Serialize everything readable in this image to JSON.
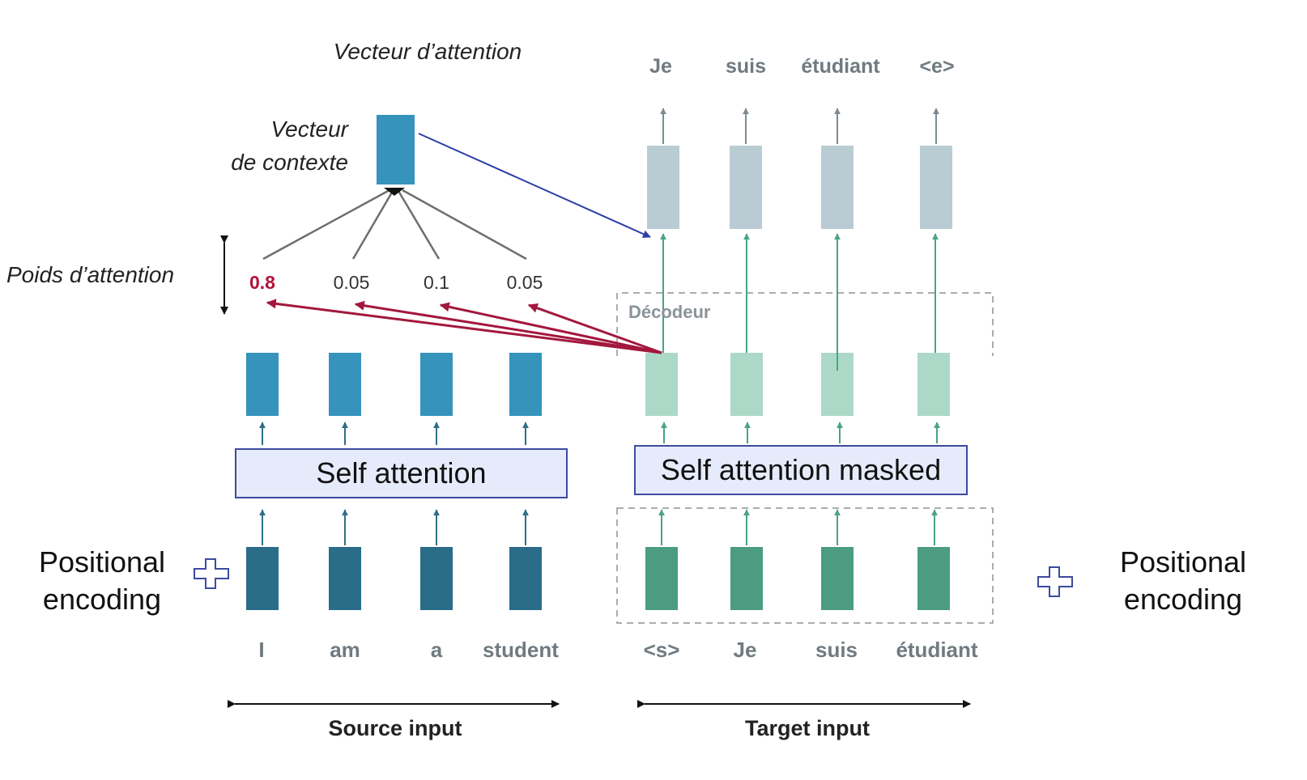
{
  "labels": {
    "attention_vector": "Vecteur d’attention",
    "context_vector_line1": "Vecteur",
    "context_vector_line2": "de contexte",
    "attention_weights": "Poids d’attention",
    "decoder": "Décodeur",
    "self_attention": "Self attention",
    "self_attention_masked": "Self attention masked",
    "positional_encoding_left_line1": "Positional",
    "positional_encoding_left_line2": "encoding",
    "positional_encoding_right_line1": "Positional",
    "positional_encoding_right_line2": "encoding",
    "source_input": "Source input",
    "target_input": "Target input"
  },
  "weights": [
    "0.8",
    "0.05",
    "0.1",
    "0.05"
  ],
  "source_tokens": [
    "I",
    "am",
    "a",
    "student"
  ],
  "target_tokens": [
    "<s>",
    "Je",
    "suis",
    "étudiant"
  ],
  "output_tokens": [
    "Je",
    "suis",
    "étudiant",
    "<e>"
  ],
  "colors": {
    "encoder_input": "#2a6d88",
    "encoder_hidden": "#3593bc",
    "context": "#3593bc",
    "decoder_input": "#4b9c80",
    "decoder_hidden": "#acd8c8",
    "decoder_output": "#b9ccd4",
    "highlight_weight": "#b4123a",
    "attention_arrow": "#a3173d",
    "context_arrow": "#2b3ea6",
    "box_fill": "#e6ebfc",
    "box_border": "#3c4aa0"
  }
}
